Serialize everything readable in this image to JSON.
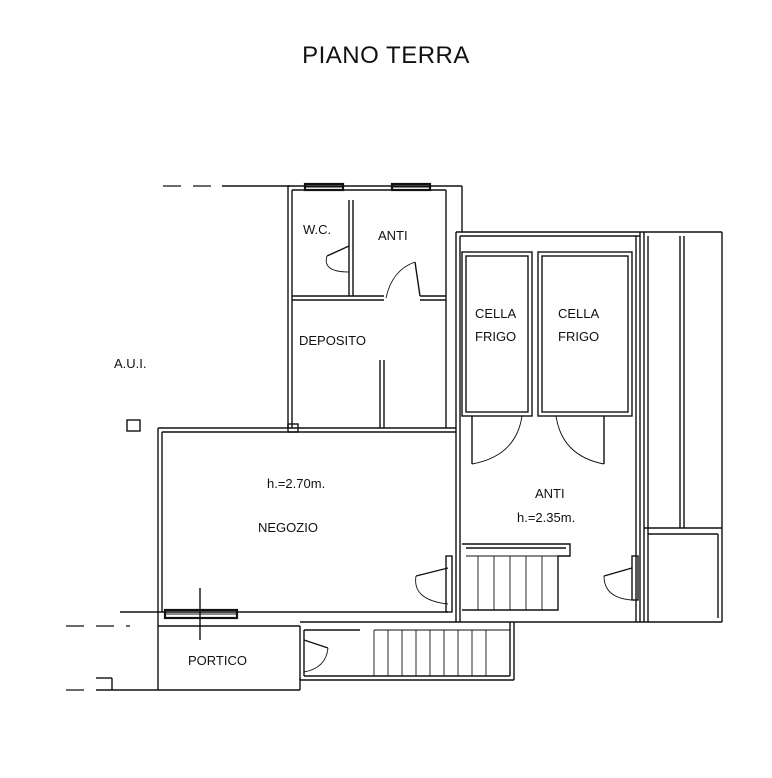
{
  "title": "PIANO TERRA",
  "rooms": {
    "wc": "W.C.",
    "anti_top": "ANTI",
    "deposito": "DEPOSITO",
    "cella1_a": "CELLA",
    "cella1_b": "FRIGO",
    "cella2_a": "CELLA",
    "cella2_b": "FRIGO",
    "aui": "A.U.I.",
    "negozio_h": "h.=2.70m.",
    "negozio": "NEGOZIO",
    "anti_right": "ANTI",
    "anti_right_h": "h.=2.35m.",
    "portico": "PORTICO"
  }
}
